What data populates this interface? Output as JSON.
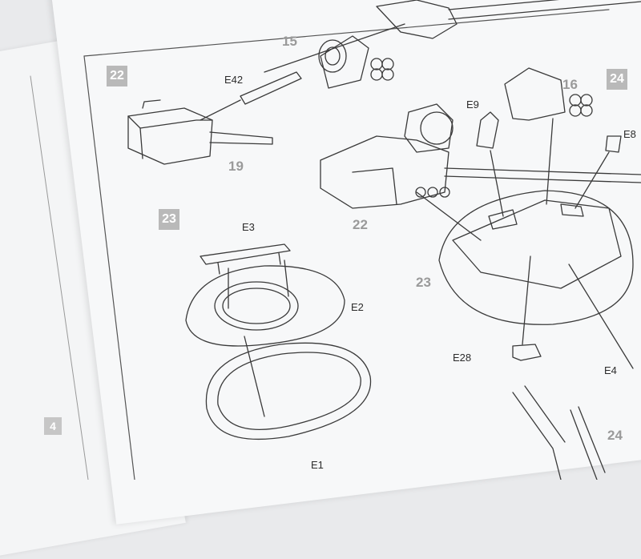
{
  "left_page": {
    "page_number": "4"
  },
  "steps": {
    "s22_badge": "22",
    "s23_badge": "23",
    "s24_badge": "24",
    "s15": "15",
    "s16": "16",
    "s19": "19",
    "s22_label": "22",
    "s23_label": "23",
    "s24_label": "24"
  },
  "parts": {
    "e42": "E42",
    "e9": "E9",
    "e8": "E8",
    "e3": "E3",
    "e2": "E2",
    "e1": "E1",
    "e28": "E28",
    "e4": "E4"
  }
}
